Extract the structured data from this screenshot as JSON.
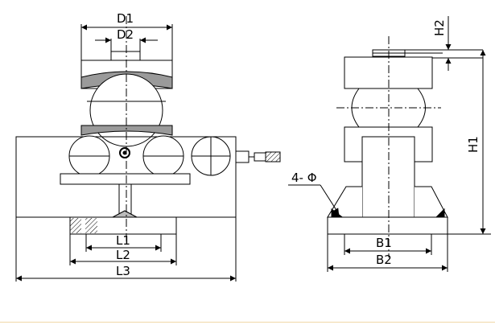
{
  "labels": {
    "d1": "D1",
    "d2": "D2",
    "l1": "L1",
    "l2": "L2",
    "l3": "L3",
    "h1": "H1",
    "h2": "H2",
    "b1": "B1",
    "b2": "B2",
    "holes": "4- Φ"
  },
  "colors": {
    "line": "#000000",
    "rule": "#f0d8a8"
  }
}
